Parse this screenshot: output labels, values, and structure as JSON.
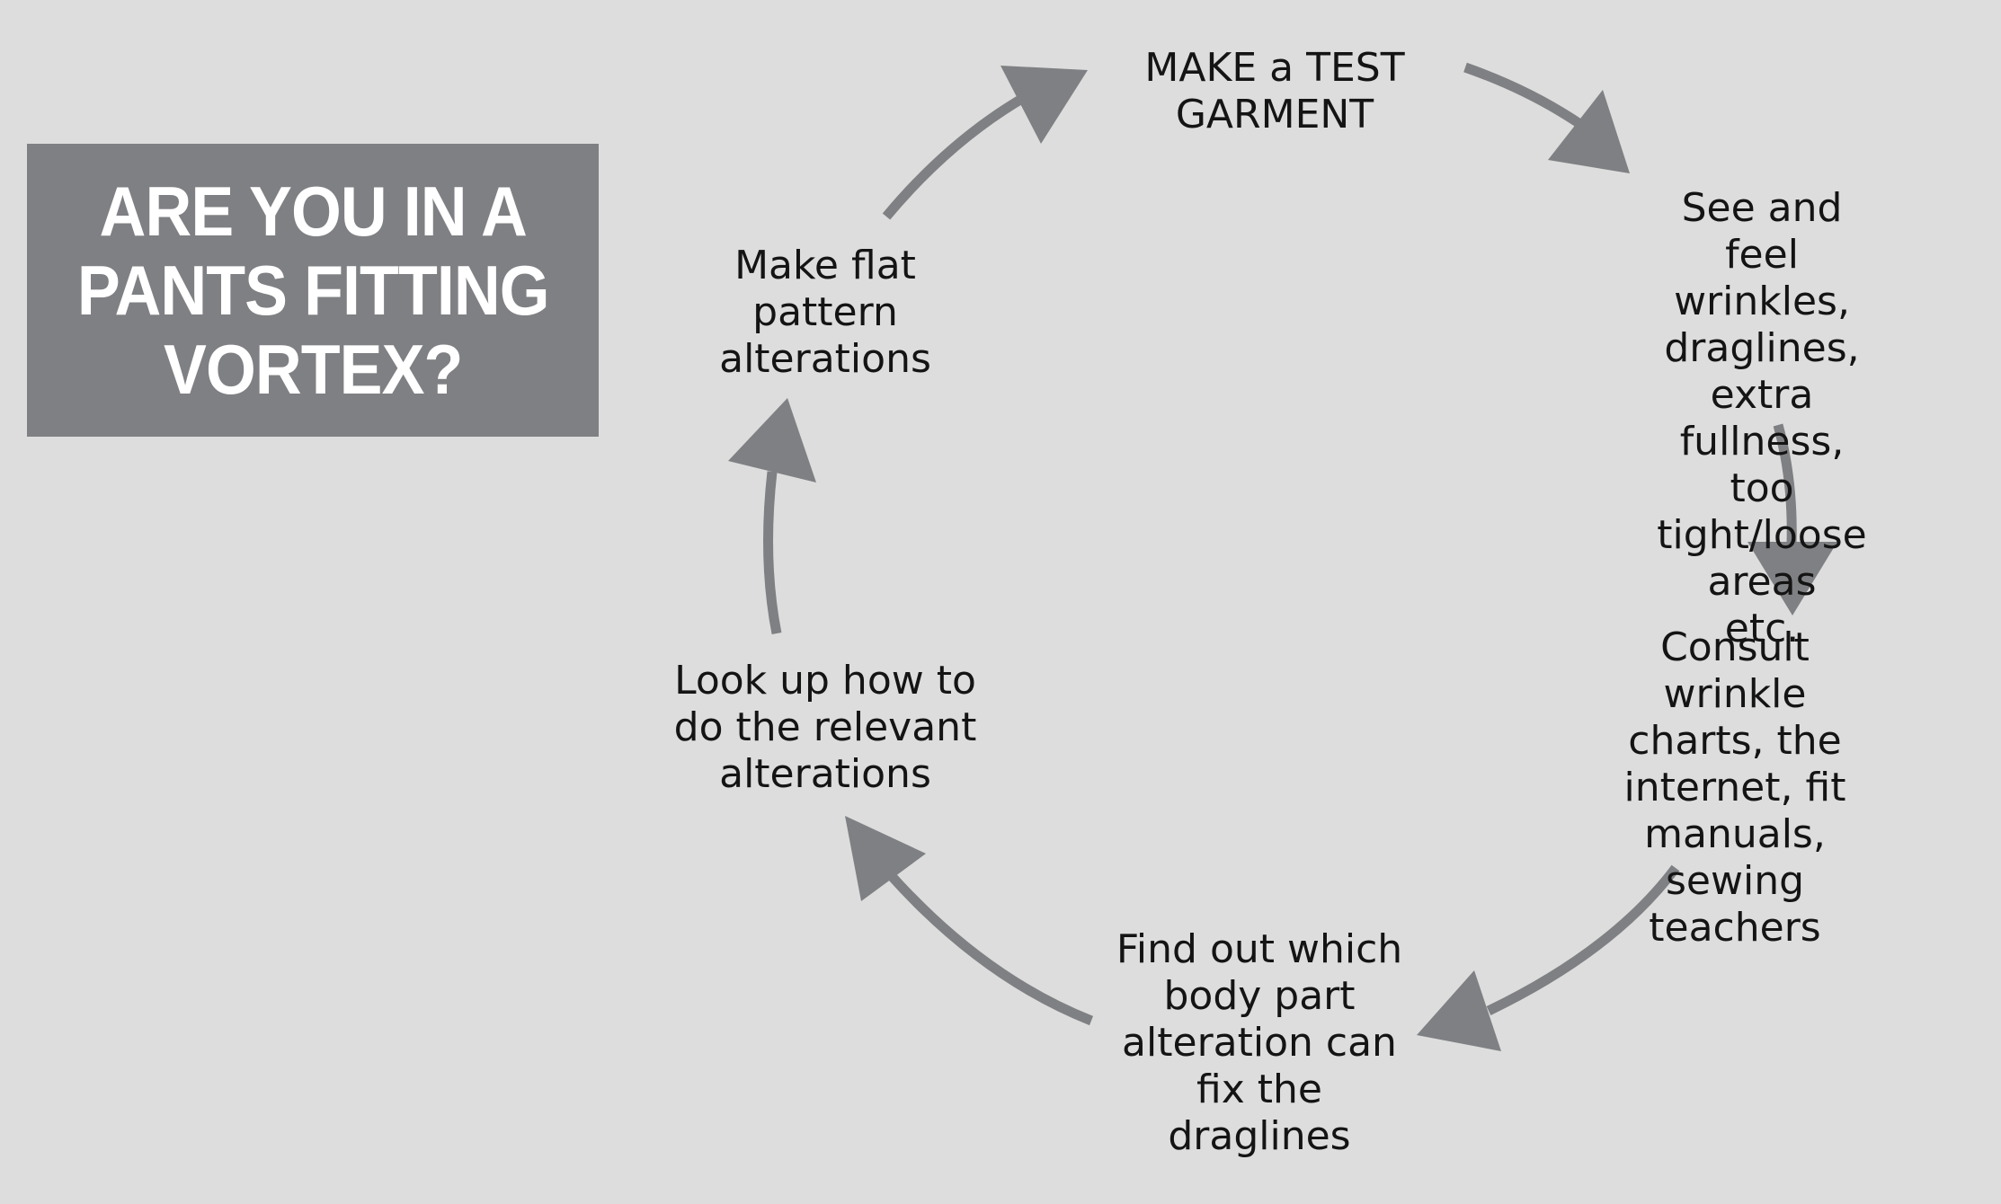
{
  "title": "ARE YOU IN A\nPANTS FITTING\nVORTEX?",
  "colors": {
    "background": "#dcdddc",
    "title_box": "#7f8083",
    "arrow": "#7f8083",
    "title_text": "#ffffff",
    "step_text": "#141414"
  },
  "steps": [
    "MAKE a TEST\nGARMENT",
    "See and feel\nwrinkles, draglines,\nextra fullness, too\ntight/loose areas\netc.",
    "Consult wrinkle\ncharts, the\ninternet, fit\nmanuals, sewing\nteachers",
    "Find out which\nbody part\nalteration can\nfix the\ndraglines",
    "Look up how to\ndo the relevant\nalterations",
    "Make flat\npattern\nalterations"
  ]
}
